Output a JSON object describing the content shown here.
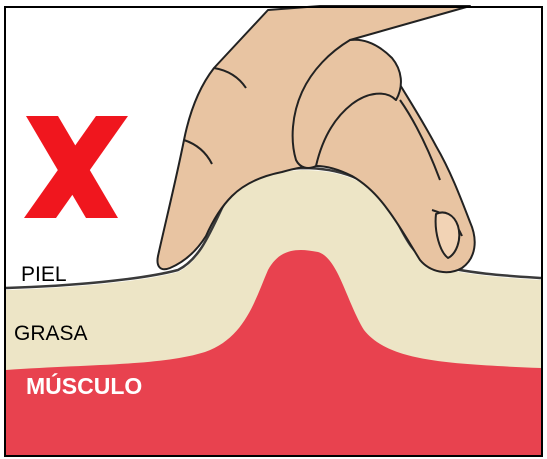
{
  "layers": {
    "skin_label": "PIEL",
    "fat_label": "GRASA",
    "muscle_label": "MÚSCULO"
  },
  "mark": {
    "icon": "red-x-icon"
  },
  "colors": {
    "mark": "#f0161e",
    "skin_line": "#3a3a3a",
    "fat": "#ede5c6",
    "muscle": "#e8424f",
    "hand": "#e8c4a2",
    "outline": "#222222",
    "background": "#ffffff"
  }
}
